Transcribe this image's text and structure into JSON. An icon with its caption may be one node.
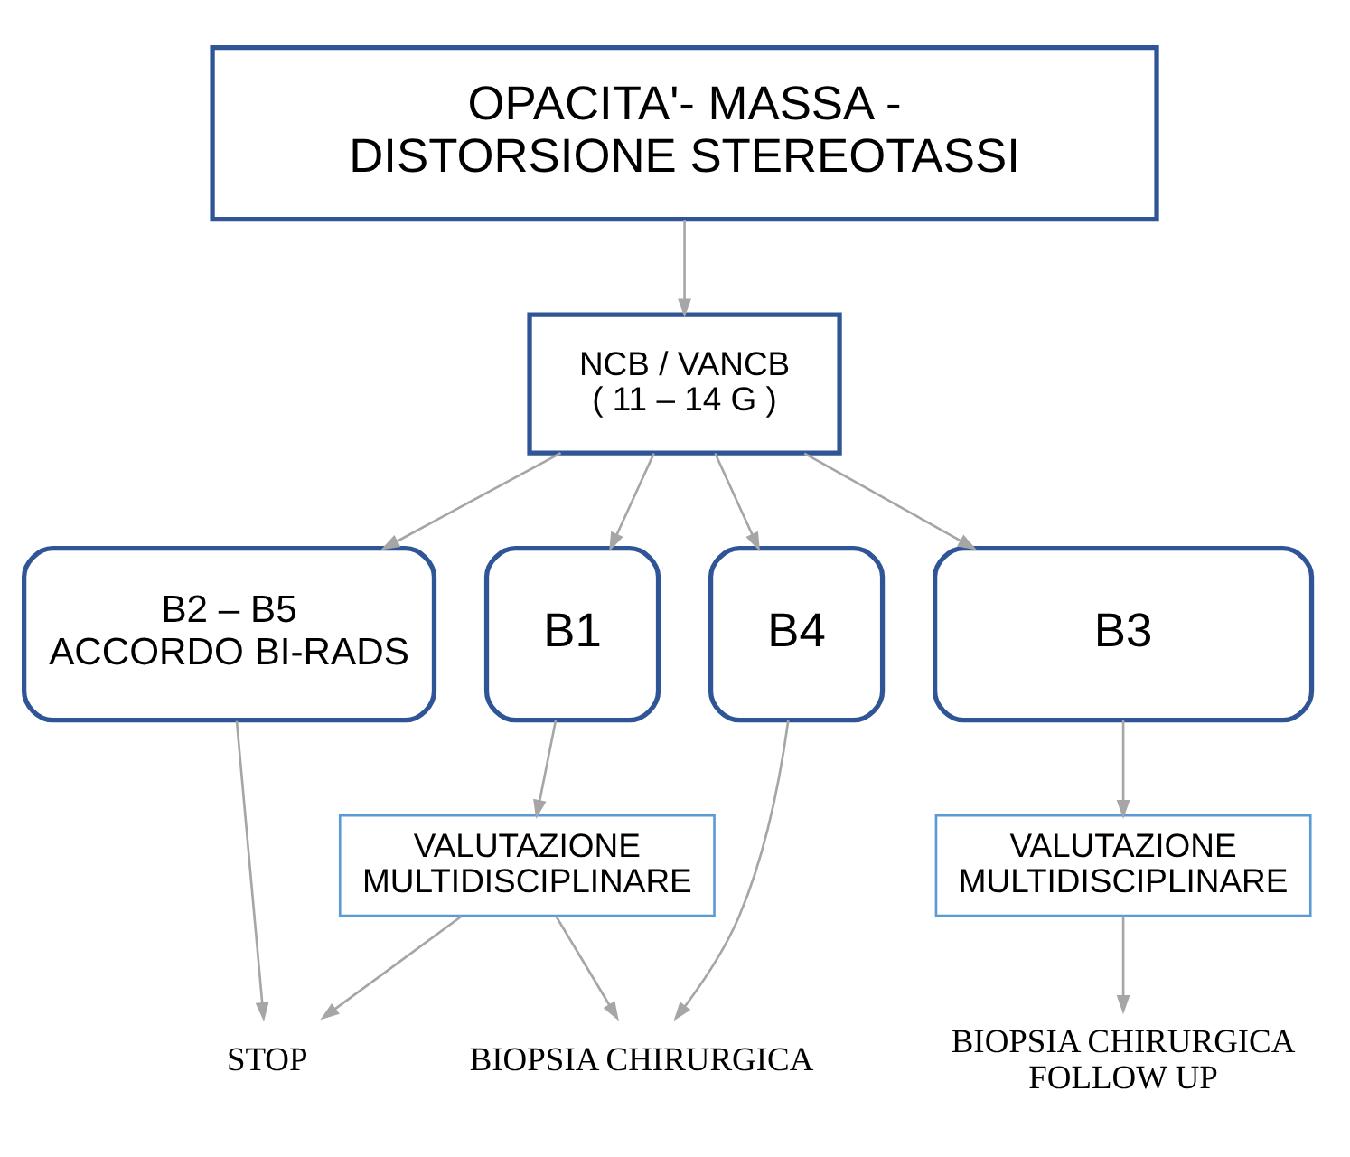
{
  "diagram": {
    "nodes": [
      {
        "text": [
          "OPACITA'- MASSA - DISTORSIONE STEREOTASSI"
        ]
      },
      {
        "text": [
          "NCB / VANCB ( 11 – 14 G )"
        ]
      },
      {
        "text": [
          "B2 – B5",
          "ACCORDO BI-RADS"
        ]
      },
      {
        "text": [
          "B1"
        ]
      },
      {
        "text": [
          "B4"
        ]
      },
      {
        "text": [
          "B3"
        ]
      },
      {
        "text": [
          "VALUTAZIONE MULTIDISCIPLINARE"
        ]
      },
      {
        "text": [
          "VALUTAZIONE MULTIDISCIPLINARE"
        ]
      },
      {
        "text": [
          "STOP"
        ]
      },
      {
        "text": [
          "BIOPSIA CHIRURGICA"
        ]
      },
      {
        "text": [
          "BIOPSIA CHIRURGICA FOLLOW UP"
        ]
      }
    ],
    "edges": [
      {
        "from": 0,
        "to": 1,
        "arrow": "to"
      },
      {
        "from": 1,
        "to": 2,
        "arrow": "to"
      },
      {
        "from": 1,
        "to": 3,
        "arrow": "to"
      },
      {
        "from": 1,
        "to": 4,
        "arrow": "to"
      },
      {
        "from": 1,
        "to": 5,
        "arrow": "to"
      },
      {
        "from": 2,
        "to": 8,
        "arrow": "to"
      },
      {
        "from": 3,
        "to": 6,
        "arrow": "to"
      },
      {
        "from": 6,
        "to": 8,
        "arrow": "to"
      },
      {
        "from": 6,
        "to": 9,
        "arrow": "to"
      },
      {
        "from": 4,
        "to": 9,
        "arrow": "to"
      },
      {
        "from": 5,
        "to": 7,
        "arrow": "to"
      },
      {
        "from": 7,
        "to": 10,
        "arrow": "to"
      }
    ]
  }
}
